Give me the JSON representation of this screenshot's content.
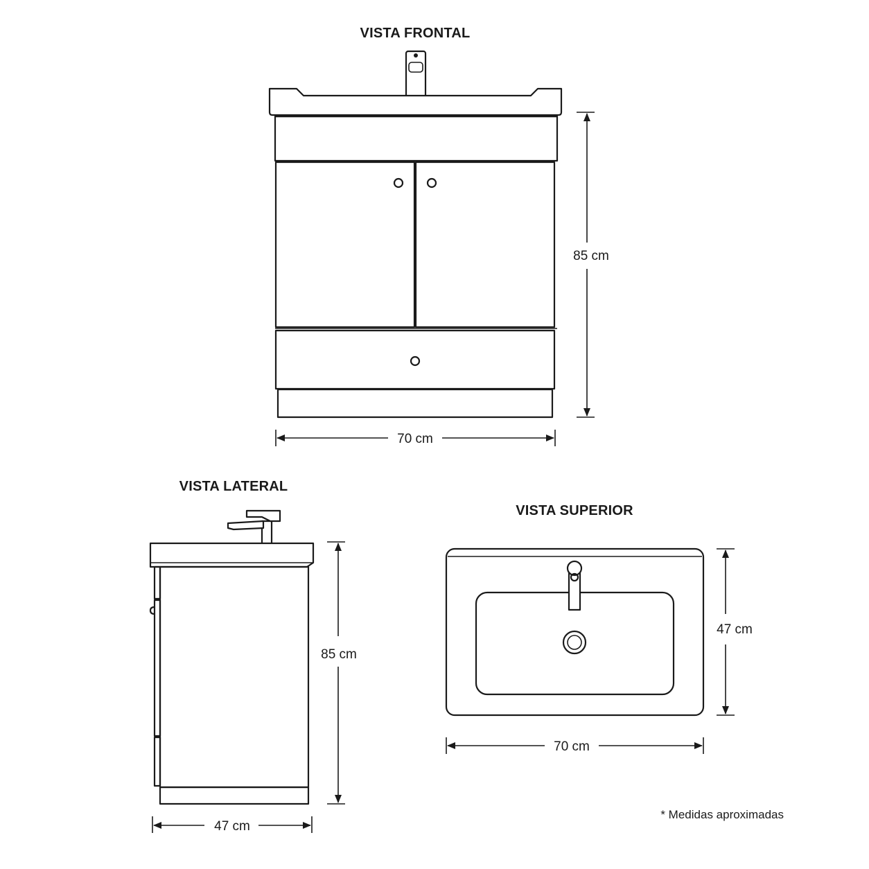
{
  "views": {
    "front": {
      "title": "VISTA FRONTAL",
      "height_label": "85 cm",
      "width_label": "70 cm"
    },
    "side": {
      "title": "VISTA LATERAL",
      "height_label": "85 cm",
      "depth_label": "47 cm"
    },
    "top": {
      "title": "VISTA SUPERIOR",
      "depth_label": "47 cm",
      "width_label": "70 cm"
    }
  },
  "note": "* Medidas aproximadas",
  "colors": {
    "line": "#1a1a1a",
    "background": "#ffffff"
  }
}
